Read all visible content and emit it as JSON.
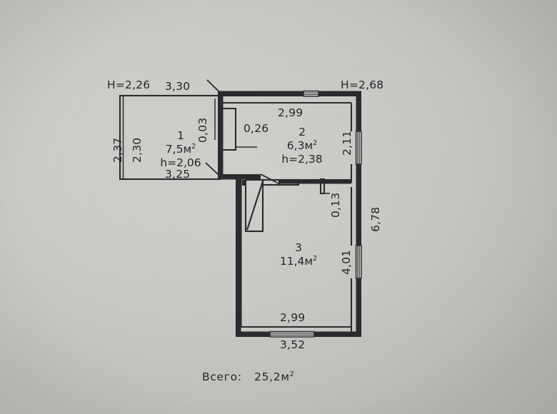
{
  "document": {
    "type": "floor-plan-scan",
    "background_color": "#c7c6c2",
    "ink_color": "#26252a"
  },
  "ceiling_heights": [
    {
      "id": "left-block",
      "label": "H=2,26"
    },
    {
      "id": "right-block",
      "label": "H=2,68"
    }
  ],
  "rooms": [
    {
      "number": "1",
      "area": "7,5м",
      "area_sup": "2",
      "height": "h=2,06"
    },
    {
      "number": "2",
      "area": "6,3м",
      "area_sup": "2",
      "height": "h=2,38"
    },
    {
      "number": "3",
      "area": "11,4м",
      "area_sup": "2",
      "height": ""
    }
  ],
  "dimensions": {
    "room1_top": "3,30",
    "room1_bottom": "3,25",
    "room1_left_outer": "2,37",
    "room1_left_inner": "2,30",
    "room1_right_small": "0,03",
    "niche_width": "0,26",
    "room2_top": "2,99",
    "room2_right": "2,11",
    "jamb_small": "0,13",
    "room3_right": "4,01",
    "right_overall": "6,78",
    "room3_bottom_inner": "2,99",
    "bottom_overall": "3,52"
  },
  "total": {
    "label": "Всего:",
    "value": "25,2м",
    "value_sup": "2",
    "text": "Всего: 25,2м²"
  }
}
